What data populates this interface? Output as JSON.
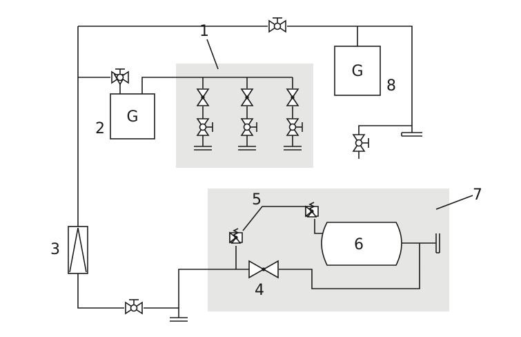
{
  "diagram": {
    "labels": {
      "manifold": "1",
      "generator_small": "2",
      "heat_exchanger": "3",
      "check_valve": "4",
      "relief_valves": "5",
      "tank": "6",
      "enclosure": "7",
      "generator_large": "8"
    },
    "generator_small_text": "G",
    "generator_large_text": "G",
    "tank_text": "6",
    "colors": {
      "line": "#1a1a1a",
      "zone_fill": "#e6e6e5",
      "background": "#ffffff"
    }
  }
}
